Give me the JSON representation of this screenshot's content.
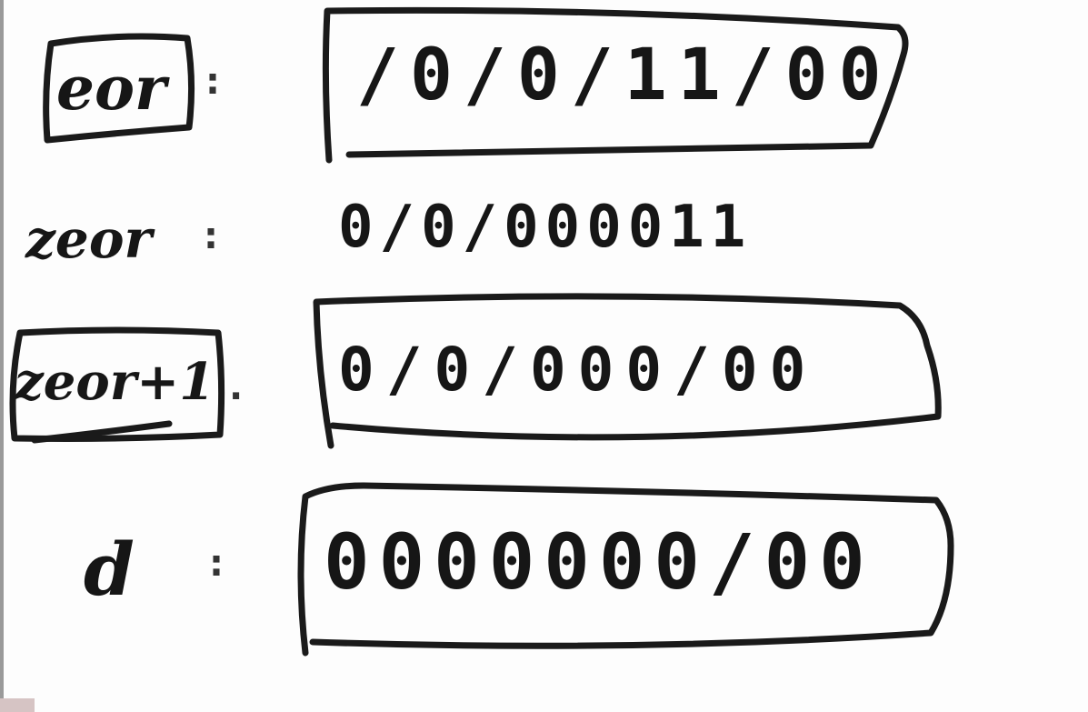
{
  "rows": [
    {
      "label": "eor",
      "separator": ":",
      "bits": "/0/0/11/00"
    },
    {
      "label": "zeor",
      "separator": ":",
      "bits": "0/0/000011"
    },
    {
      "label": "zeor+1",
      "separator": ".",
      "bits": "0/0/000/00"
    },
    {
      "label": "d",
      "separator": ":",
      "bits": "0000000/00"
    }
  ]
}
